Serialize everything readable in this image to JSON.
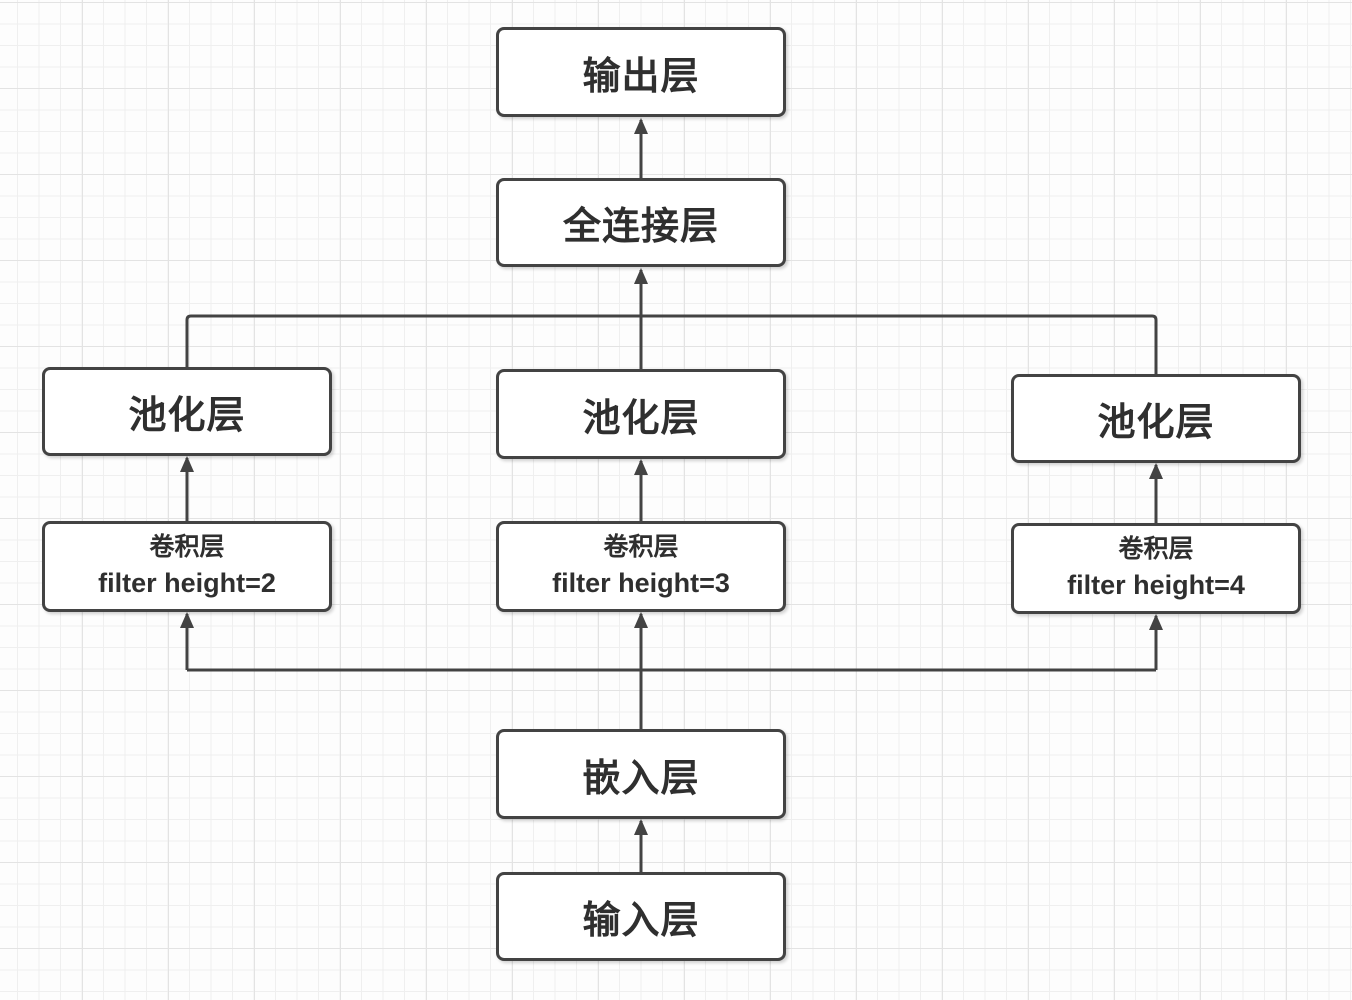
{
  "colors": {
    "canvas_bg": "#fdfdfd",
    "grid_minor": "#efefef",
    "grid_major": "#e3e3e3",
    "box_fill": "#ffffff",
    "box_border": "#434343",
    "line": "#434343",
    "text": "#2f2f2f"
  },
  "diagram": {
    "nodes": {
      "output": {
        "label": "输出层"
      },
      "fully_connected": {
        "label": "全连接层"
      },
      "pooling_left": {
        "label": "池化层"
      },
      "pooling_mid": {
        "label": "池化层"
      },
      "pooling_right": {
        "label": "池化层"
      },
      "conv_left": {
        "title": "卷积层",
        "subtitle": "filter height=2"
      },
      "conv_mid": {
        "title": "卷积层",
        "subtitle": "filter height=3"
      },
      "conv_right": {
        "title": "卷积层",
        "subtitle": "filter height=4"
      },
      "embedding": {
        "label": "嵌入层"
      },
      "input": {
        "label": "输入层"
      }
    }
  }
}
